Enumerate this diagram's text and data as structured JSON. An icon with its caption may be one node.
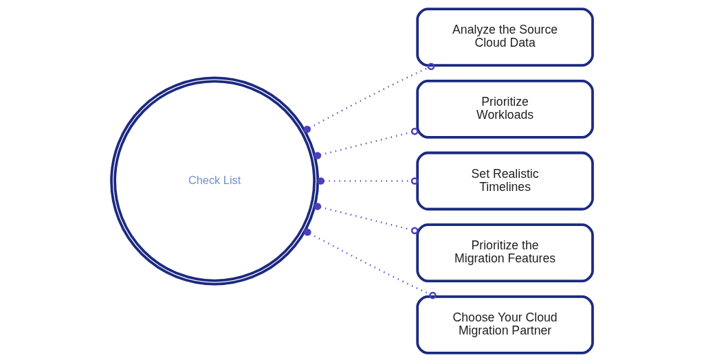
{
  "diagram": {
    "nodes": [
      {
        "text": [
          "Check List"
        ]
      },
      {
        "text": [
          "Analyze the Source Cloud Data"
        ]
      },
      {
        "text": [
          "Prioritize Workloads"
        ]
      },
      {
        "text": [
          "Set Realistic Timelines"
        ]
      },
      {
        "text": [
          "Prioritize the Migration Features"
        ]
      },
      {
        "text": [
          "Choose Your Cloud Migration Partner"
        ]
      }
    ],
    "edges": [
      {
        "from": 0,
        "to": 1,
        "arrow": "other",
        "style": "dashed"
      },
      {
        "from": 0,
        "to": 2,
        "arrow": "other",
        "style": "dashed"
      },
      {
        "from": 0,
        "to": 3,
        "arrow": "other",
        "style": "dashed"
      },
      {
        "from": 0,
        "to": 4,
        "arrow": "other",
        "style": "dashed"
      },
      {
        "from": 0,
        "to": 5,
        "arrow": "other",
        "style": "dashed"
      }
    ]
  }
}
